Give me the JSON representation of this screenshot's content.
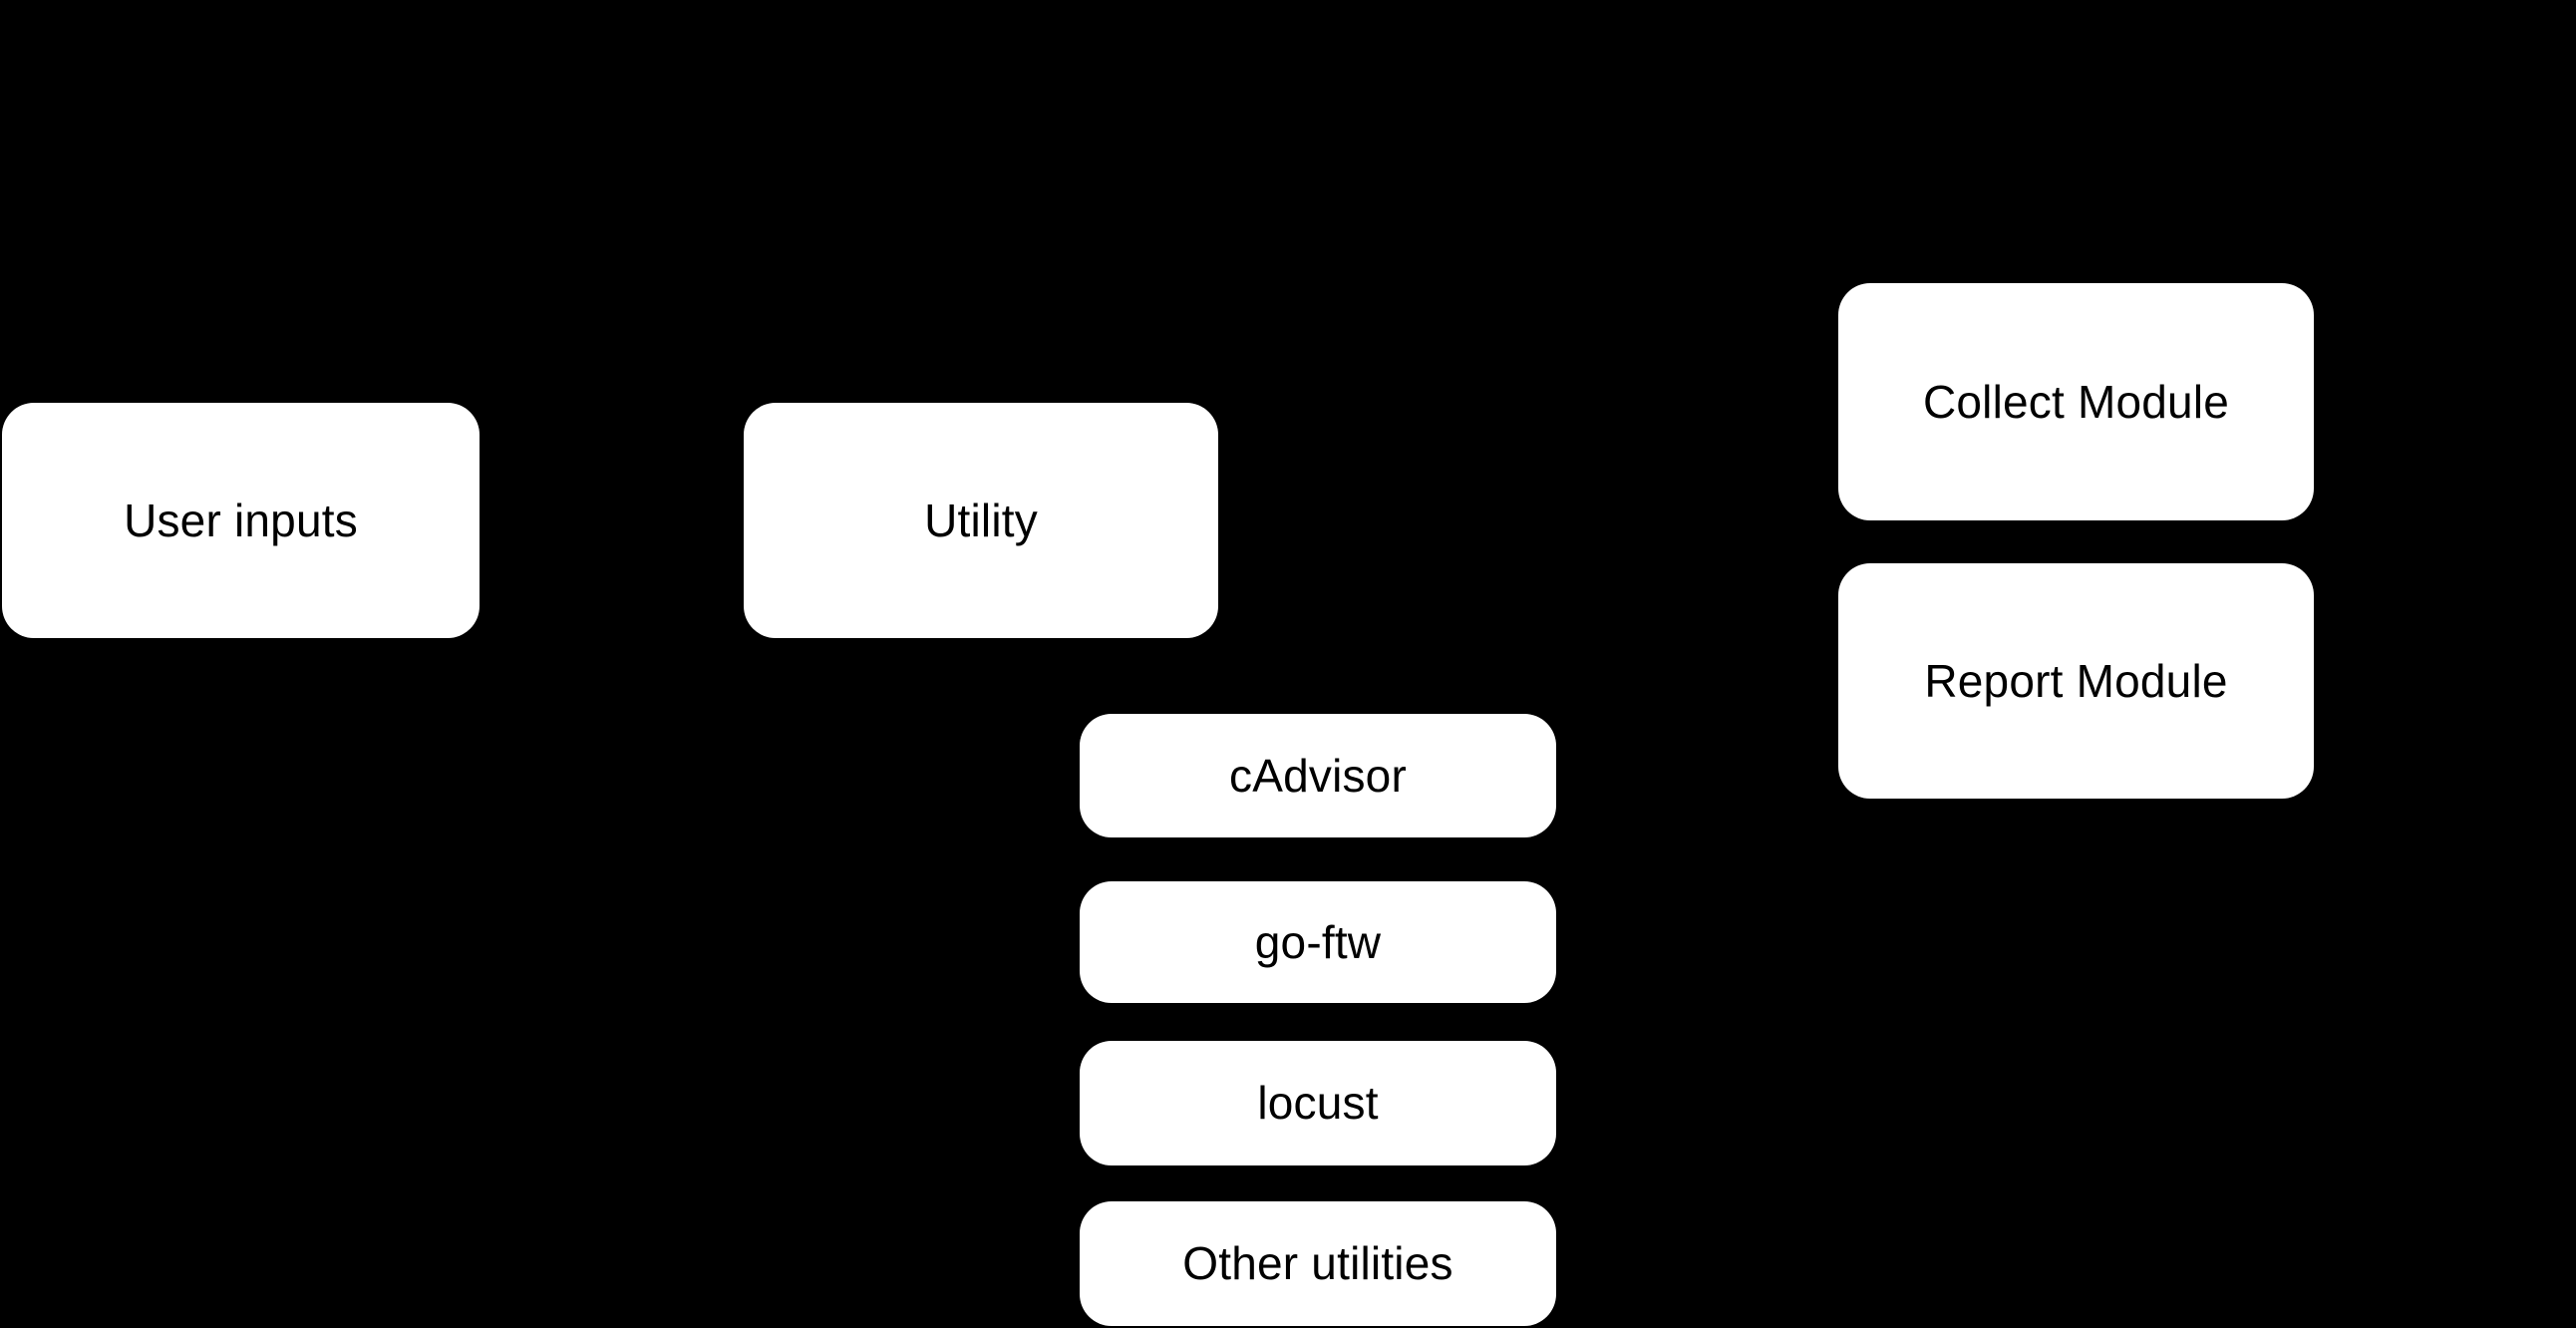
{
  "diagram": {
    "background_color": "#000000",
    "node_fill_color": "#ffffff",
    "node_text_color": "#000000",
    "nodes": [
      {
        "id": "user-inputs",
        "label": "User inputs"
      },
      {
        "id": "utility",
        "label": "Utility"
      },
      {
        "id": "cadvisor",
        "label": "cAdvisor"
      },
      {
        "id": "go-ftw",
        "label": "go-ftw"
      },
      {
        "id": "locust",
        "label": "locust"
      },
      {
        "id": "other-utilities",
        "label": "Other utilities"
      },
      {
        "id": "collect-module",
        "label": "Collect Module"
      },
      {
        "id": "report-module",
        "label": "Report Module"
      }
    ]
  }
}
